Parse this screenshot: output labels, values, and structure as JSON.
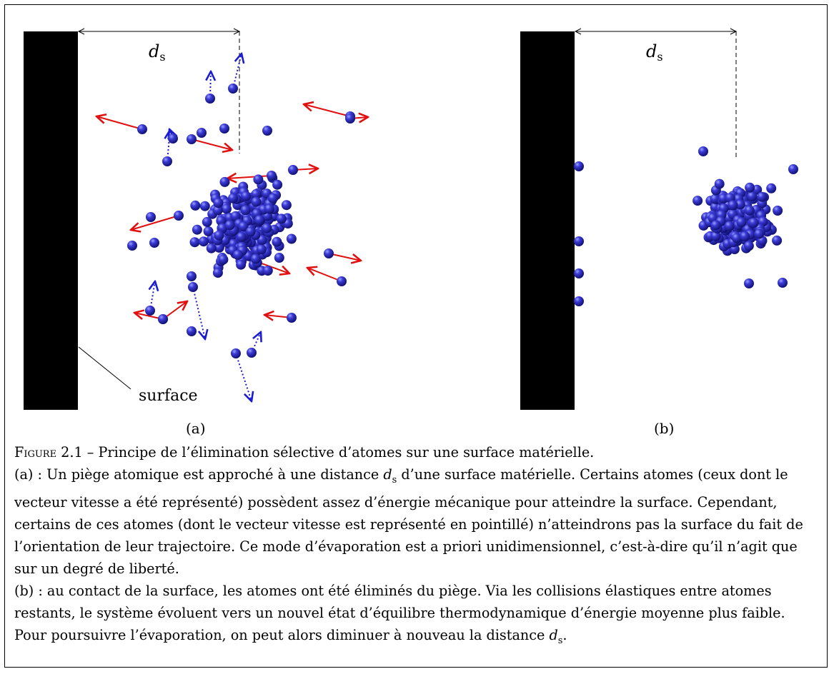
{
  "panel_a": {
    "dimension_symbol": "d",
    "dimension_subscript": "s",
    "surface_label": "surface",
    "sub_label": "(a)"
  },
  "panel_b": {
    "dimension_symbol": "d",
    "dimension_subscript": "s",
    "sub_label": "(b)"
  },
  "caption": {
    "figure_label": "Figure 2.1",
    "title": "– Principe de l’élimination sélective d’atomes sur une surface matérielle.",
    "para_a_1": "(a) : Un piège atomique est approché à une distance ",
    "para_a_2": " d’une surface matérielle. Certains atomes (ceux dont le vecteur vitesse a été représenté) possèdent assez d’énergie mécanique pour atteindre la surface. Cependant, certains de ces atomes (dont le vecteur vitesse est représenté en pointillé) n’atteindrons pas la surface du fait de l’orientation de leur trajectoire. Ce mode d’évaporation est a priori unidimensionnel, c’est-à-dire qu’il n’agit que sur un degré de liberté.",
    "para_b_1": "(b) : au contact de la surface, les atomes ont été éliminés du piège. Via les collisions élastiques entre atomes restants, le système évoluent vers un nouvel état d’équilibre thermodynamique d’énergie moyenne plus faible. Pour poursuivre l’évaporation, on peut alors diminuer à nouveau la distance ",
    "para_b_2": ".",
    "symbol": "d",
    "subscript": "s"
  },
  "colors": {
    "atom": "#1a1aa8",
    "atom_highlight": "#7f86ff",
    "solid_arrow": "#e01010",
    "dotted_arrow": "#1a1ad0",
    "surface": "#000000"
  }
}
